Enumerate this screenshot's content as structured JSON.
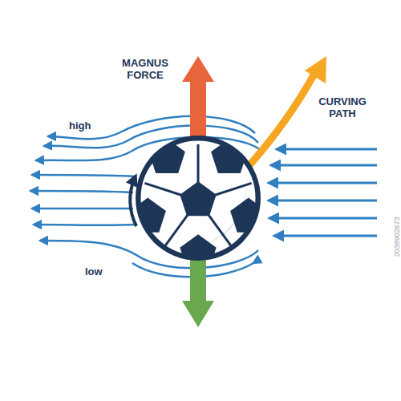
{
  "diagram": {
    "labels": [
      "MAGNUS FORCE",
      "CURVING PATH",
      "high",
      "low",
      "2038902673"
    ]
  }
}
